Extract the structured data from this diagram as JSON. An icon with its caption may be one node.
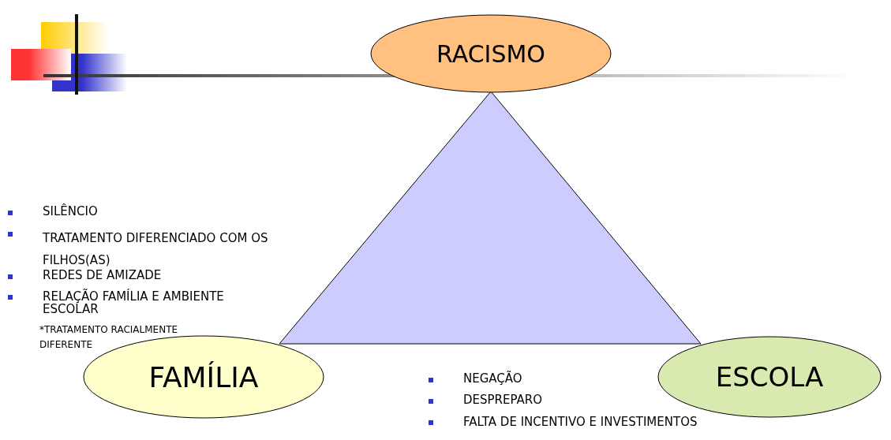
{
  "diagram": {
    "nodes": [
      {
        "text": [
          "RACISMO"
        ]
      },
      {
        "text": [
          "FAMÍLIA"
        ]
      },
      {
        "text": [
          "ESCOLA"
        ]
      }
    ],
    "edges": [
      {
        "from": 0,
        "to": 1,
        "arrow": "none"
      },
      {
        "from": 1,
        "to": 2,
        "arrow": "none"
      },
      {
        "from": 2,
        "to": 0,
        "arrow": "none"
      }
    ],
    "labels": [
      "SILÊNCIO",
      "TRATAMENTO DIFERENCIADO COM OS FILHOS(AS)",
      "REDES DE AMIZADE",
      "RELAÇÃO FAMÍLIA E AMBIENTE ESCOLAR",
      "*TRATAMENTO RACIALMENTE DIFERENTE",
      "NEGAÇÃO",
      "DESPREPARO",
      "FALTA DE INCENTIVO E INVESTIMENTOS"
    ]
  }
}
